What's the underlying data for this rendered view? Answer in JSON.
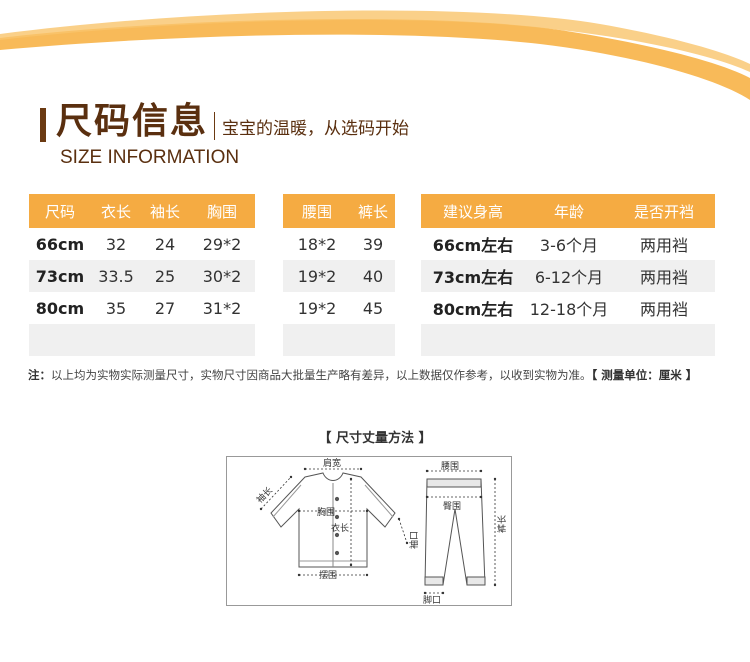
{
  "header": {
    "title_cn": "尺码信息",
    "subtitle_cn": "宝宝的温暖，从选码开始",
    "title_en": "SIZE INFORMATION"
  },
  "colors": {
    "accent_orange": "#f5ab42",
    "title_brown": "#5a2f0f",
    "row_stripe": "#f0f0f0"
  },
  "table": {
    "headers": [
      "尺码",
      "衣长",
      "袖长",
      "胸围",
      "腰围",
      "裤长",
      "建议身高",
      "年龄",
      "是否开裆"
    ],
    "rows": [
      [
        "66cm",
        "32",
        "24",
        "29*2",
        "18*2",
        "39",
        "66cm左右",
        "3-6个月",
        "两用裆"
      ],
      [
        "73cm",
        "33.5",
        "25",
        "30*2",
        "19*2",
        "40",
        "73cm左右",
        "6-12个月",
        "两用裆"
      ],
      [
        "80cm",
        "35",
        "27",
        "31*2",
        "19*2",
        "45",
        "80cm左右",
        "12-18个月",
        "两用裆"
      ],
      [
        "",
        "",
        "",
        "",
        "",
        "",
        "",
        "",
        ""
      ]
    ]
  },
  "note": {
    "prefix": "注：",
    "text": "以上均为实物实际测量尺寸，实物尺寸因商品大批量生产略有差异，以上数据仅作参考，以收到实物为准。",
    "unit": "【 测量单位：厘米 】"
  },
  "method": {
    "title": "【 尺寸丈量方法 】",
    "labels": {
      "shoulder": "肩宽",
      "sleeve": "袖长",
      "chest": "胸围",
      "length": "衣长",
      "cuff": "袖口",
      "hem": "摆围",
      "waist": "腰围",
      "hip": "臀围",
      "pants_length": "裤长",
      "ankle": "脚口"
    }
  }
}
